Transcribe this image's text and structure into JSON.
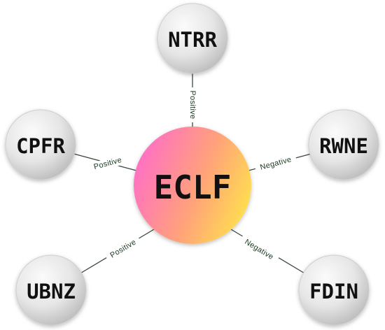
{
  "center": {
    "label": "ECLF",
    "gradient": [
      "#ff6ec7",
      "#ffb86b",
      "#ffe14d"
    ]
  },
  "nodes": [
    {
      "id": "ntrr",
      "label": "NTRR"
    },
    {
      "id": "cpfr",
      "label": "CPFR"
    },
    {
      "id": "rwne",
      "label": "RWNE"
    },
    {
      "id": "ubnz",
      "label": "UBNZ"
    },
    {
      "id": "fdin",
      "label": "FDIN"
    }
  ],
  "edges": [
    {
      "to": "ntrr",
      "label": "Positive"
    },
    {
      "to": "cpfr",
      "label": "Positive"
    },
    {
      "to": "rwne",
      "label": "Negative"
    },
    {
      "to": "ubnz",
      "label": "Positive"
    },
    {
      "to": "fdin",
      "label": "Negative"
    }
  ],
  "colors": {
    "edge_line": "#3a4a3c",
    "edge_label": "#1c3a22",
    "node_fill_light": "#f7f7f7",
    "node_fill_dark": "#bdbdbd"
  }
}
